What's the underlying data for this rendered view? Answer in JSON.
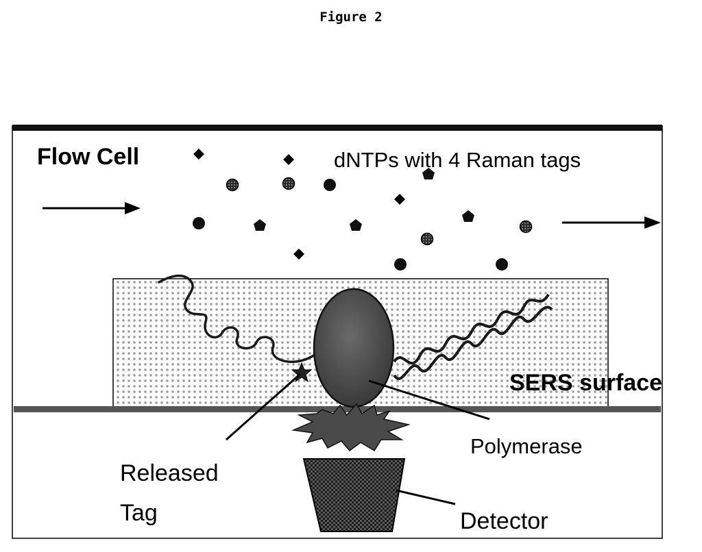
{
  "figure_title": "Figure 2",
  "labels": {
    "flow_cell": "Flow Cell",
    "dntps": "dNTPs with 4 Raman tags",
    "sers_surface": "SERS surface",
    "polymerase": "Polymerase",
    "released_tag_line1": "Released",
    "released_tag_line2": "Tag",
    "detector": "Detector"
  },
  "molecule_shapes": [
    "diamond",
    "dotted-circle",
    "circle",
    "pentagon"
  ]
}
